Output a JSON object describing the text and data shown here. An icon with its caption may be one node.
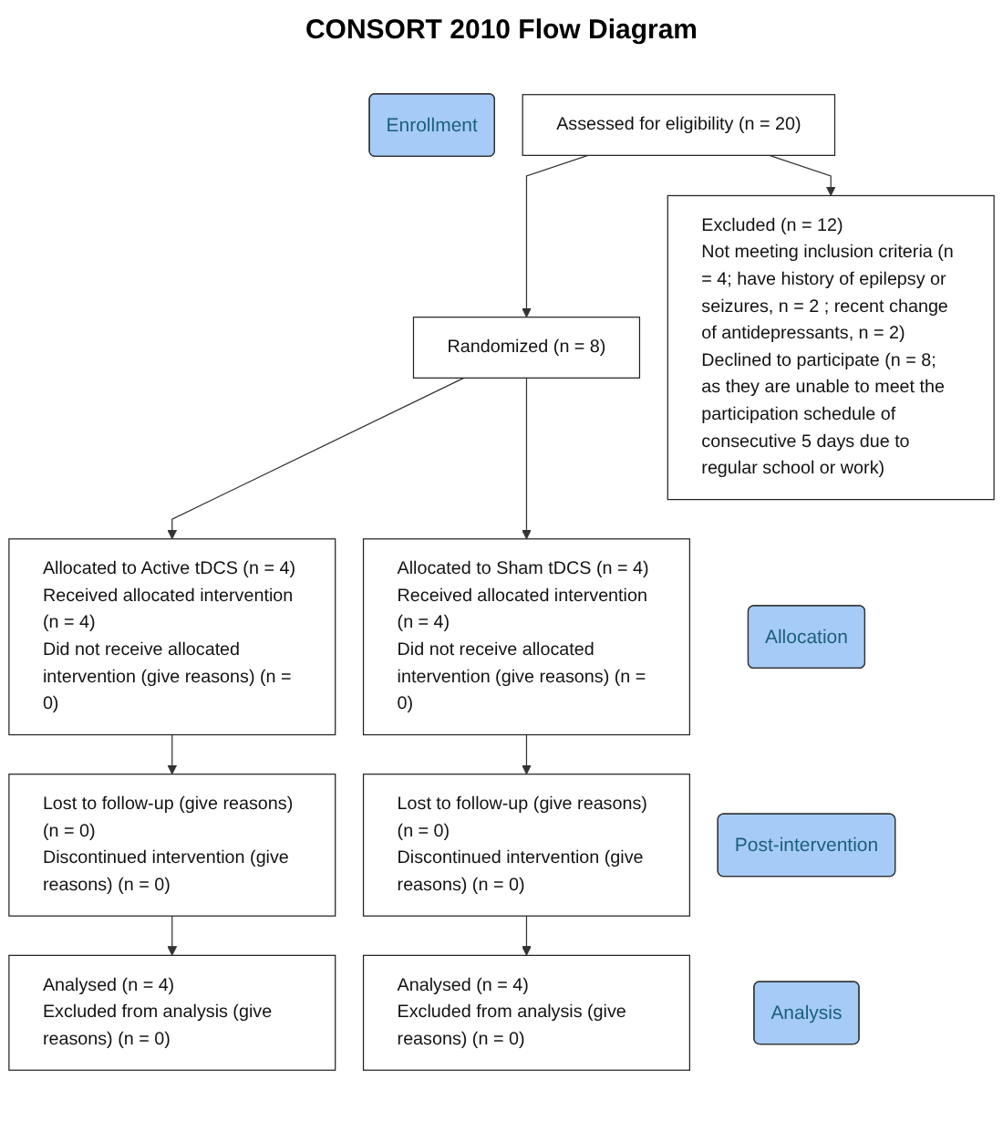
{
  "diagram": {
    "title": "CONSORT 2010 Flow Diagram",
    "nodes": [
      {
        "text": [
          "Assessed for eligibility (n = 20)"
        ]
      },
      {
        "text": [
          "Enrollment"
        ]
      },
      {
        "text": [
          "Excluded (n = 12)",
          "Not meeting inclusion criteria (n = 4; have history of epilepsy or seizures, n = 2 ; recent change of antidepressants, n = 2)",
          "Declined to participate (n = 8; as they are unable to meet the participation schedule of consecutive 5 days due to regular school or work)"
        ]
      },
      {
        "text": [
          "Randomized (n = 8)"
        ]
      },
      {
        "text": [
          "Allocated to Active tDCS (n = 4)",
          "Received allocated intervention (n = 4)",
          "Did not receive allocated intervention (give reasons) (n = 0)"
        ]
      },
      {
        "text": [
          "Allocation"
        ]
      },
      {
        "text": [
          "Allocated to Sham tDCS (n = 4)",
          "Received allocated intervention (n = 4)",
          "Did not receive allocated intervention (give reasons) (n = 0)"
        ]
      },
      {
        "text": [
          "Lost to follow-up (give reasons) (n = 0)",
          "Discontinued intervention (give reasons) (n = 0)"
        ]
      },
      {
        "text": [
          "Post-intervention"
        ]
      },
      {
        "text": [
          "Lost to follow-up (give reasons) (n = 0)",
          "Discontinued intervention (give reasons) (n = 0)"
        ]
      },
      {
        "text": [
          "Analysed (n = 4)",
          "Excluded from analysis (give reasons) (n = 0)"
        ]
      },
      {
        "text": [
          "Analysis"
        ]
      },
      {
        "text": [
          "Analysed (n = 4)",
          "Excluded from analysis (give reasons) (n = 0)"
        ]
      }
    ],
    "edges": [
      {
        "from": 0,
        "to": 2,
        "arrow": "to"
      },
      {
        "from": 0,
        "to": 3,
        "arrow": "to"
      },
      {
        "from": 3,
        "to": 4,
        "arrow": "to"
      },
      {
        "from": 3,
        "to": 6,
        "arrow": "to"
      },
      {
        "from": 4,
        "to": 7,
        "arrow": "to"
      },
      {
        "from": 6,
        "to": 9,
        "arrow": "to"
      },
      {
        "from": 7,
        "to": 10,
        "arrow": "to"
      },
      {
        "from": 9,
        "to": 12,
        "arrow": "to"
      }
    ]
  }
}
